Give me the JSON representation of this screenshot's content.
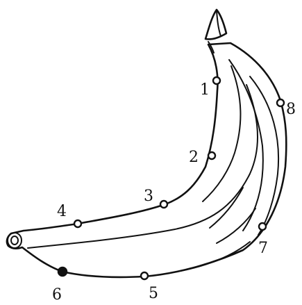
{
  "diagram": {
    "points": [
      {
        "label": "1",
        "marker": "open"
      },
      {
        "label": "2",
        "marker": "open"
      },
      {
        "label": "3",
        "marker": "open"
      },
      {
        "label": "4",
        "marker": "open"
      },
      {
        "label": "5",
        "marker": "open"
      },
      {
        "label": "6",
        "marker": "filled"
      },
      {
        "label": "7",
        "marker": "open"
      },
      {
        "label": "8",
        "marker": "open"
      }
    ],
    "colors": {
      "ink": "#111111",
      "background": "#ffffff"
    }
  }
}
